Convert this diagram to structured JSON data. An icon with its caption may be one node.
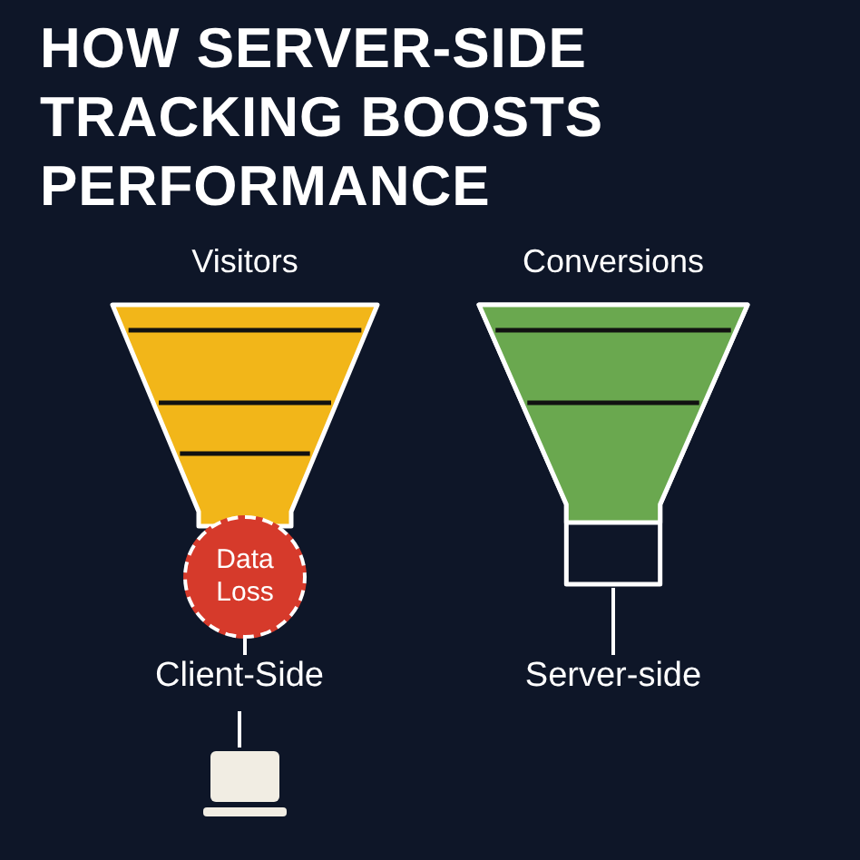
{
  "diagram": {
    "title": "HOW SERVER-SIDE TRACKING BOOSTS PERFORMANCE",
    "nodes": [
      {
        "text": [
          "Visitors"
        ]
      },
      {
        "text": [
          "Data Loss"
        ]
      },
      {
        "text": [
          "Client-Side"
        ]
      },
      {
        "text": [],
        "shape": "laptop"
      },
      {
        "text": [
          "Conversions"
        ]
      },
      {
        "text": [
          "Server-side"
        ]
      }
    ],
    "edges": [
      {
        "from": 1,
        "to": 2,
        "arrow": "none"
      },
      {
        "from": 2,
        "to": 3,
        "arrow": "none"
      },
      {
        "from": 4,
        "to": 5,
        "arrow": "none"
      }
    ]
  }
}
